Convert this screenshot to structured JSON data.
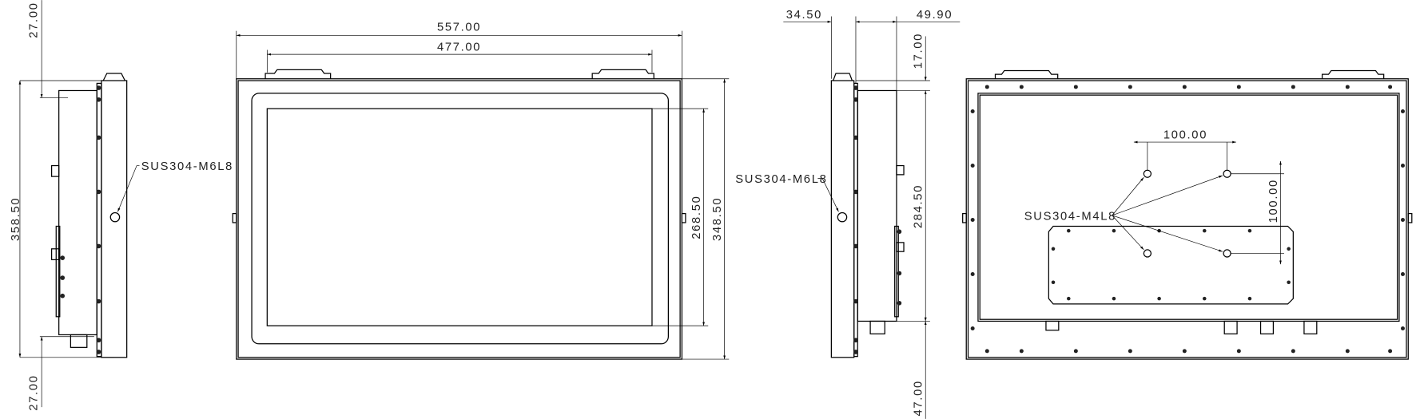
{
  "side_view_left": {
    "overall_height": "358.50",
    "top_offset": "27.00",
    "bottom_offset": "27.00",
    "screw_callout": "SUS304-M6L8"
  },
  "front_view": {
    "overall_width": "557.00",
    "bracket_span": "477.00",
    "screen_height": "268.50",
    "overall_height": "348.50"
  },
  "side_view_right": {
    "frame_depth": "34.50",
    "box_depth": "49.90",
    "top_offset": "17.00",
    "box_height": "284.50",
    "bottom_offset": "47.00",
    "screw_callout": "SUS304-M6L8"
  },
  "rear_view": {
    "vesa_horizontal": "100.00",
    "vesa_vertical": "100.00",
    "screw_callout": "SUS304-M4L8"
  }
}
